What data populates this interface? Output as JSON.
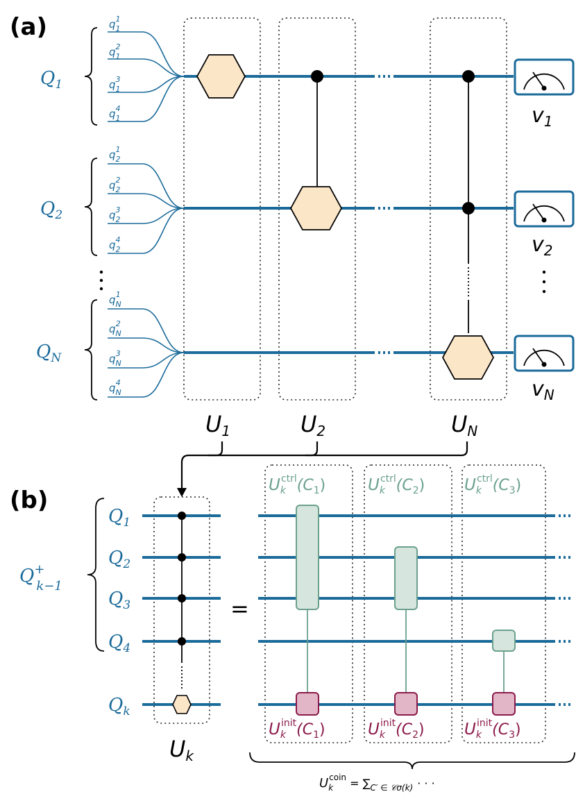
{
  "panel_a": {
    "label": "(a)",
    "registers": [
      {
        "main": "Q",
        "sub": "1",
        "qubits": [
          [
            "q",
            "1",
            "1"
          ],
          [
            "q",
            "1",
            "2"
          ],
          [
            "q",
            "1",
            "3"
          ],
          [
            "q",
            "1",
            "4"
          ]
        ],
        "meter": [
          "v",
          "1"
        ]
      },
      {
        "main": "Q",
        "sub": "2",
        "qubits": [
          [
            "q",
            "2",
            "1"
          ],
          [
            "q",
            "2",
            "2"
          ],
          [
            "q",
            "2",
            "3"
          ],
          [
            "q",
            "2",
            "4"
          ]
        ],
        "meter": [
          "v",
          "2"
        ]
      },
      {
        "main": "Q",
        "sub": "N",
        "qubits": [
          [
            "q",
            "N",
            "1"
          ],
          [
            "q",
            "N",
            "2"
          ],
          [
            "q",
            "N",
            "3"
          ],
          [
            "q",
            "N",
            "4"
          ]
        ],
        "meter": [
          "v",
          "N"
        ]
      }
    ],
    "unitaries": [
      [
        "U",
        "1"
      ],
      [
        "U",
        "2"
      ],
      [
        "U",
        "N"
      ]
    ]
  },
  "panel_b": {
    "label": "(b)",
    "register_main": "Q",
    "register_sup": "+",
    "register_sub": "k−1",
    "wires": [
      [
        "Q",
        "1"
      ],
      [
        "Q",
        "2"
      ],
      [
        "Q",
        "3"
      ],
      [
        "Q",
        "4"
      ],
      [
        "Q",
        "k"
      ]
    ],
    "unitary": [
      "U",
      "k"
    ],
    "equals": "=",
    "ctrl_labels": [
      {
        "u": "U",
        "sub": "k",
        "sup": "ctrl",
        "arg": "(C",
        "argsub": "1",
        "argend": ")"
      },
      {
        "u": "U",
        "sub": "k",
        "sup": "ctrl",
        "arg": "(C",
        "argsub": "2",
        "argend": ")"
      },
      {
        "u": "U",
        "sub": "k",
        "sup": "ctrl",
        "arg": "(C",
        "argsub": "3",
        "argend": ")"
      }
    ],
    "init_labels": [
      {
        "u": "U",
        "sub": "k",
        "sup": "init",
        "arg": "(C",
        "argsub": "1",
        "argend": ")"
      },
      {
        "u": "U",
        "sub": "k",
        "sup": "init",
        "arg": "(C",
        "argsub": "2",
        "argend": ")"
      },
      {
        "u": "U",
        "sub": "k",
        "sup": "init",
        "arg": "(C",
        "argsub": "3",
        "argend": ")"
      }
    ],
    "sum_label": {
      "u": "U",
      "sub": "k",
      "sup": "coin",
      "rest": " = ∑",
      "sumsub": "C′ ∈ 𝒞σ(k)",
      "dots": "· · ·"
    }
  },
  "colors": {
    "wire": "#1a6a9a",
    "hex_fill": "#fbe6c8",
    "ctrl_fill": "#d6e6de",
    "ctrl_stroke": "#6aa08c",
    "init_fill": "#e2b6c6",
    "init_stroke": "#8a1a4a",
    "meter_stroke": "#1a6a9a"
  }
}
